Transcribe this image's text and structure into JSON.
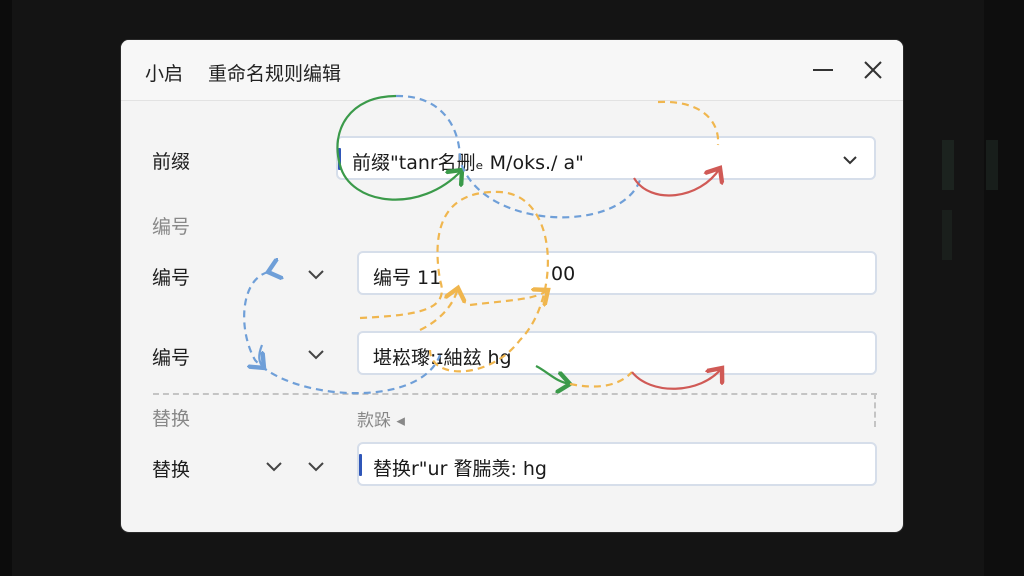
{
  "window": {
    "app_name": "小启",
    "title": "重命名规则编辑",
    "minimize_icon": "minimize-icon",
    "close_icon": "close-icon"
  },
  "rows": {
    "prefix": {
      "label": "前缀",
      "value": "前缀\"tanr名删ₑ M/oks./ a\""
    },
    "number_section": {
      "label": "编号"
    },
    "number1": {
      "label": "编号",
      "value": "编号 11",
      "value_suffix": "00"
    },
    "number2": {
      "label": "编号",
      "value": "堪崧瓈:ɪ紬玆 hg"
    },
    "replace_section": {
      "label": "替换",
      "hint": "款跺 ◂"
    },
    "replace": {
      "label": "替换",
      "value": "替换r\"ur 瞀腨羡: hg"
    }
  },
  "colors": {
    "accent_bar": "#2f56b8",
    "arrow_green": "#3b9a4a",
    "arrow_blue": "#6f9fd8",
    "arrow_orange": "#f0b64e",
    "arrow_red": "#d05a56"
  }
}
